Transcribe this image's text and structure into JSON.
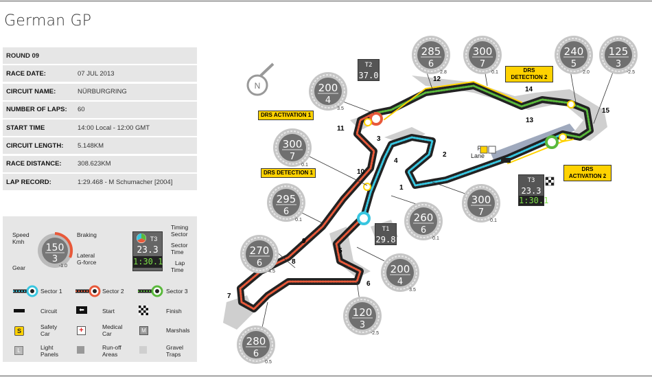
{
  "title": "German GP",
  "info": {
    "round": "ROUND 09",
    "rows": [
      {
        "label": "RACE DATE:",
        "value": "07 JUL 2013"
      },
      {
        "label": "CIRCUIT NAME:",
        "value": "NÜRBURGRING"
      },
      {
        "label": "NUMBER OF LAPS:",
        "value": "60"
      },
      {
        "label": "START TIME",
        "value": "14:00 Local - 12:00 GMT"
      },
      {
        "label": "CIRCUIT LENGTH:",
        "value": "5.148KM"
      },
      {
        "label": "RACE DISTANCE:",
        "value": "308.623KM"
      },
      {
        "label": "LAP RECORD:",
        "value": "1:29.468 - M Schumacher [2004]"
      }
    ]
  },
  "legend": {
    "speed": "Speed",
    "kmh": "Kmh",
    "braking": "Braking",
    "lateral": "Lateral",
    "gforce": "G-force",
    "gear": "Gear",
    "sample_speed": "150",
    "sample_gear": "3",
    "sample_g": "-1.0",
    "timing": "Timing",
    "sector": "Sector",
    "sector2": "Sector",
    "time": "Time",
    "lap": "Lap",
    "time2": "Time",
    "t_label": "T3",
    "t_sector": "23.3",
    "t_lap": "1:30.1",
    "sector1": "Sector 1",
    "sector2_lbl": "Sector 2",
    "sector3": "Sector 3",
    "circuit": "Circuit",
    "start": "Start",
    "finish": "Finish",
    "safety": "Safety",
    "car": "Car",
    "medical": "Medical",
    "car2": "Car",
    "marshals": "Marshals",
    "light": "Light",
    "panels": "Panels",
    "runoff": "Run-off",
    "areas": "Areas",
    "gravel": "Gravel",
    "traps": "Traps"
  },
  "map": {
    "drs": {
      "activation1": "DRS ACTIVATION 1",
      "detection1": "DRS DETECTION 1",
      "detection2a": "DRS",
      "detection2b": "DETECTION 2",
      "activation2a": "DRS",
      "activation2b": "ACTIVATION 2"
    },
    "pit": "Pit",
    "lane": "Lane",
    "compass": "N",
    "t1": {
      "label": "T1",
      "time": "29.8"
    },
    "t2": {
      "label": "T2",
      "time": "37.0"
    },
    "t3": {
      "label": "T3",
      "sector": "23.3",
      "lap": "1:30.1"
    },
    "turns": [
      "1",
      "2",
      "3",
      "4",
      "5",
      "6",
      "7",
      "8",
      "9",
      "10",
      "11",
      "12",
      "13",
      "14",
      "15"
    ],
    "gauges": [
      {
        "speed": "200",
        "gear": "4",
        "g": "3.5"
      },
      {
        "speed": "285",
        "gear": "6",
        "g": "2.8"
      },
      {
        "speed": "300",
        "gear": "7",
        "g": "0.1"
      },
      {
        "speed": "240",
        "gear": "5",
        "g": "2.0"
      },
      {
        "speed": "125",
        "gear": "3",
        "g": "-2.5"
      },
      {
        "speed": "300",
        "gear": "7",
        "g": "0.1"
      },
      {
        "speed": "295",
        "gear": "6",
        "g": "0.1"
      },
      {
        "speed": "270",
        "gear": "6",
        "g": "4.5"
      },
      {
        "speed": "260",
        "gear": "6",
        "g": "0.1"
      },
      {
        "speed": "300",
        "gear": "7",
        "g": "0.1"
      },
      {
        "speed": "200",
        "gear": "4",
        "g": "3.5"
      },
      {
        "speed": "120",
        "gear": "3",
        "g": "-2.5"
      },
      {
        "speed": "280",
        "gear": "6",
        "g": "0.5"
      }
    ]
  },
  "colors": {
    "sector1": "#38c6e0",
    "sector2": "#e8593a",
    "sector3": "#5ab93c",
    "drs": "#ffd200"
  }
}
